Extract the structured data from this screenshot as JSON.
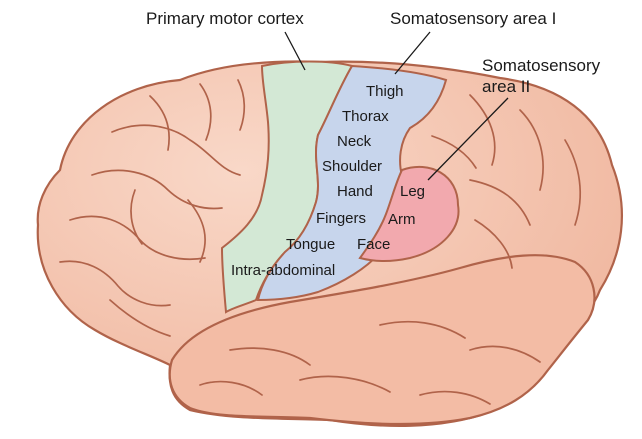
{
  "callouts": {
    "primary_motor": "Primary motor cortex",
    "somatosensory_1": "Somatosensory area I",
    "somatosensory_2_line1": "Somatosensory",
    "somatosensory_2_line2": "area II"
  },
  "area_one_labels": [
    "Thigh",
    "Thorax",
    "Neck",
    "Shoulder",
    "Hand",
    "Fingers",
    "Tongue",
    "Intra-abdominal"
  ],
  "area_two_labels": [
    "Leg",
    "Arm",
    "Face"
  ],
  "colors": {
    "cortex_fill": "#f4c2ad",
    "cortex_outline": "#b0634a",
    "motor_fill": "#d3e8d5",
    "somatosensory_1_fill": "#c7d5ec",
    "somatosensory_2_fill": "#f2a9ae"
  }
}
